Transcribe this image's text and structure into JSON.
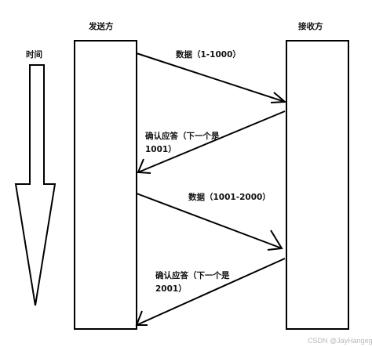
{
  "labels": {
    "time": "时间",
    "sender": "发送方",
    "receiver": "接收方",
    "msg1": "数据（1-1000）",
    "ack1_line1": "确认应答（下一个是",
    "ack1_line2": "1001）",
    "msg2": "数据（1001-2000）",
    "ack2_line1": "确认应答（下一个是",
    "ack2_line2": "2001）"
  },
  "watermark": "CSDN @JayHangege",
  "colors": {
    "stroke": "#000000",
    "text": "#111111",
    "watermark": "#b9b9b9"
  }
}
